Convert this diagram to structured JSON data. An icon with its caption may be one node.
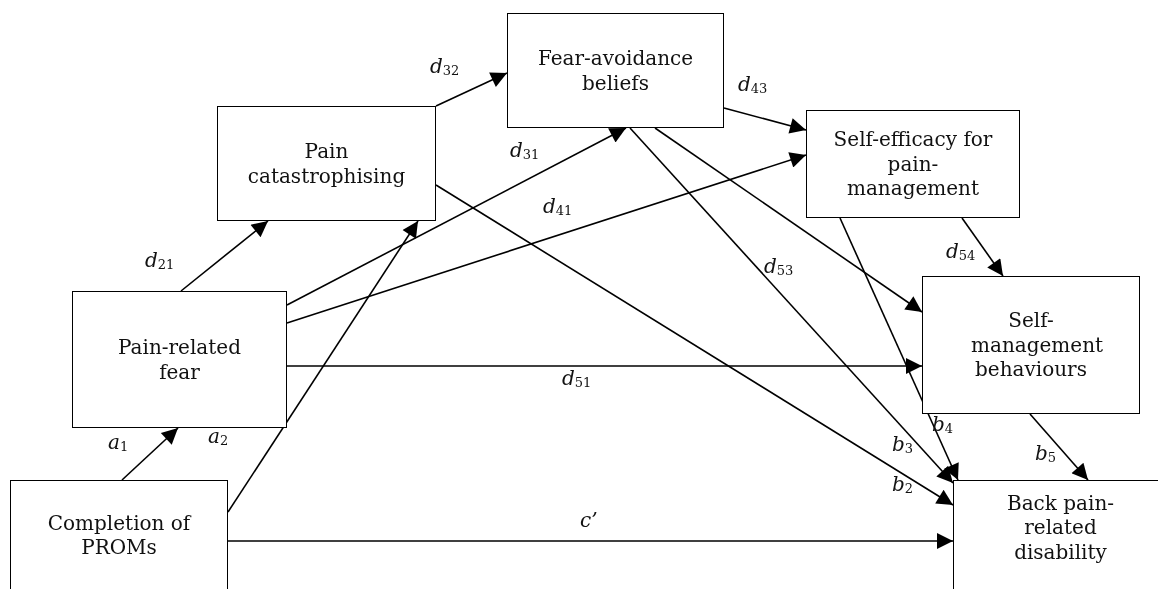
{
  "diagram": {
    "nodes": [
      {
        "text": [
          "Completion of PROMs"
        ]
      },
      {
        "text": [
          "Pain-related fear"
        ]
      },
      {
        "text": [
          "Pain catastrophising"
        ]
      },
      {
        "text": [
          "Fear-avoidance beliefs"
        ]
      },
      {
        "text": [
          "Self-efficacy for pain-management"
        ]
      },
      {
        "text": [
          "Self-management behaviours"
        ]
      },
      {
        "text": [
          "Back pain-related disability"
        ]
      }
    ],
    "edges": [
      {
        "from": 0,
        "to": 1,
        "arrow": "to",
        "label": "a$_{1}$"
      },
      {
        "from": 0,
        "to": 2,
        "arrow": "to",
        "label": "a$_{2}$"
      },
      {
        "from": 1,
        "to": 2,
        "arrow": "to",
        "label": "d$_{21}$"
      },
      {
        "from": 2,
        "to": 3,
        "arrow": "to",
        "label": "d$_{32}$"
      },
      {
        "from": 1,
        "to": 3,
        "arrow": "to",
        "label": "d$_{31}$"
      },
      {
        "from": 3,
        "to": 4,
        "arrow": "to",
        "label": "d$_{43}$"
      },
      {
        "from": 1,
        "to": 4,
        "arrow": "to",
        "label": "d$_{41}$"
      },
      {
        "from": 1,
        "to": 5,
        "arrow": "to",
        "label": "d$_{51}$"
      },
      {
        "from": 3,
        "to": 5,
        "arrow": "to",
        "label": "d$_{53}$"
      },
      {
        "from": 4,
        "to": 5,
        "arrow": "to",
        "label": "d$_{54}$"
      },
      {
        "from": 2,
        "to": 6,
        "arrow": "to",
        "label": "b$_{2}$"
      },
      {
        "from": 3,
        "to": 6,
        "arrow": "to",
        "label": "b$_{3}$"
      },
      {
        "from": 4,
        "to": 6,
        "arrow": "to",
        "label": "b$_{4}$"
      },
      {
        "from": 5,
        "to": 6,
        "arrow": "to",
        "label": "b$_{5}$"
      },
      {
        "from": 0,
        "to": 6,
        "arrow": "to",
        "label": "c’"
      }
    ]
  }
}
